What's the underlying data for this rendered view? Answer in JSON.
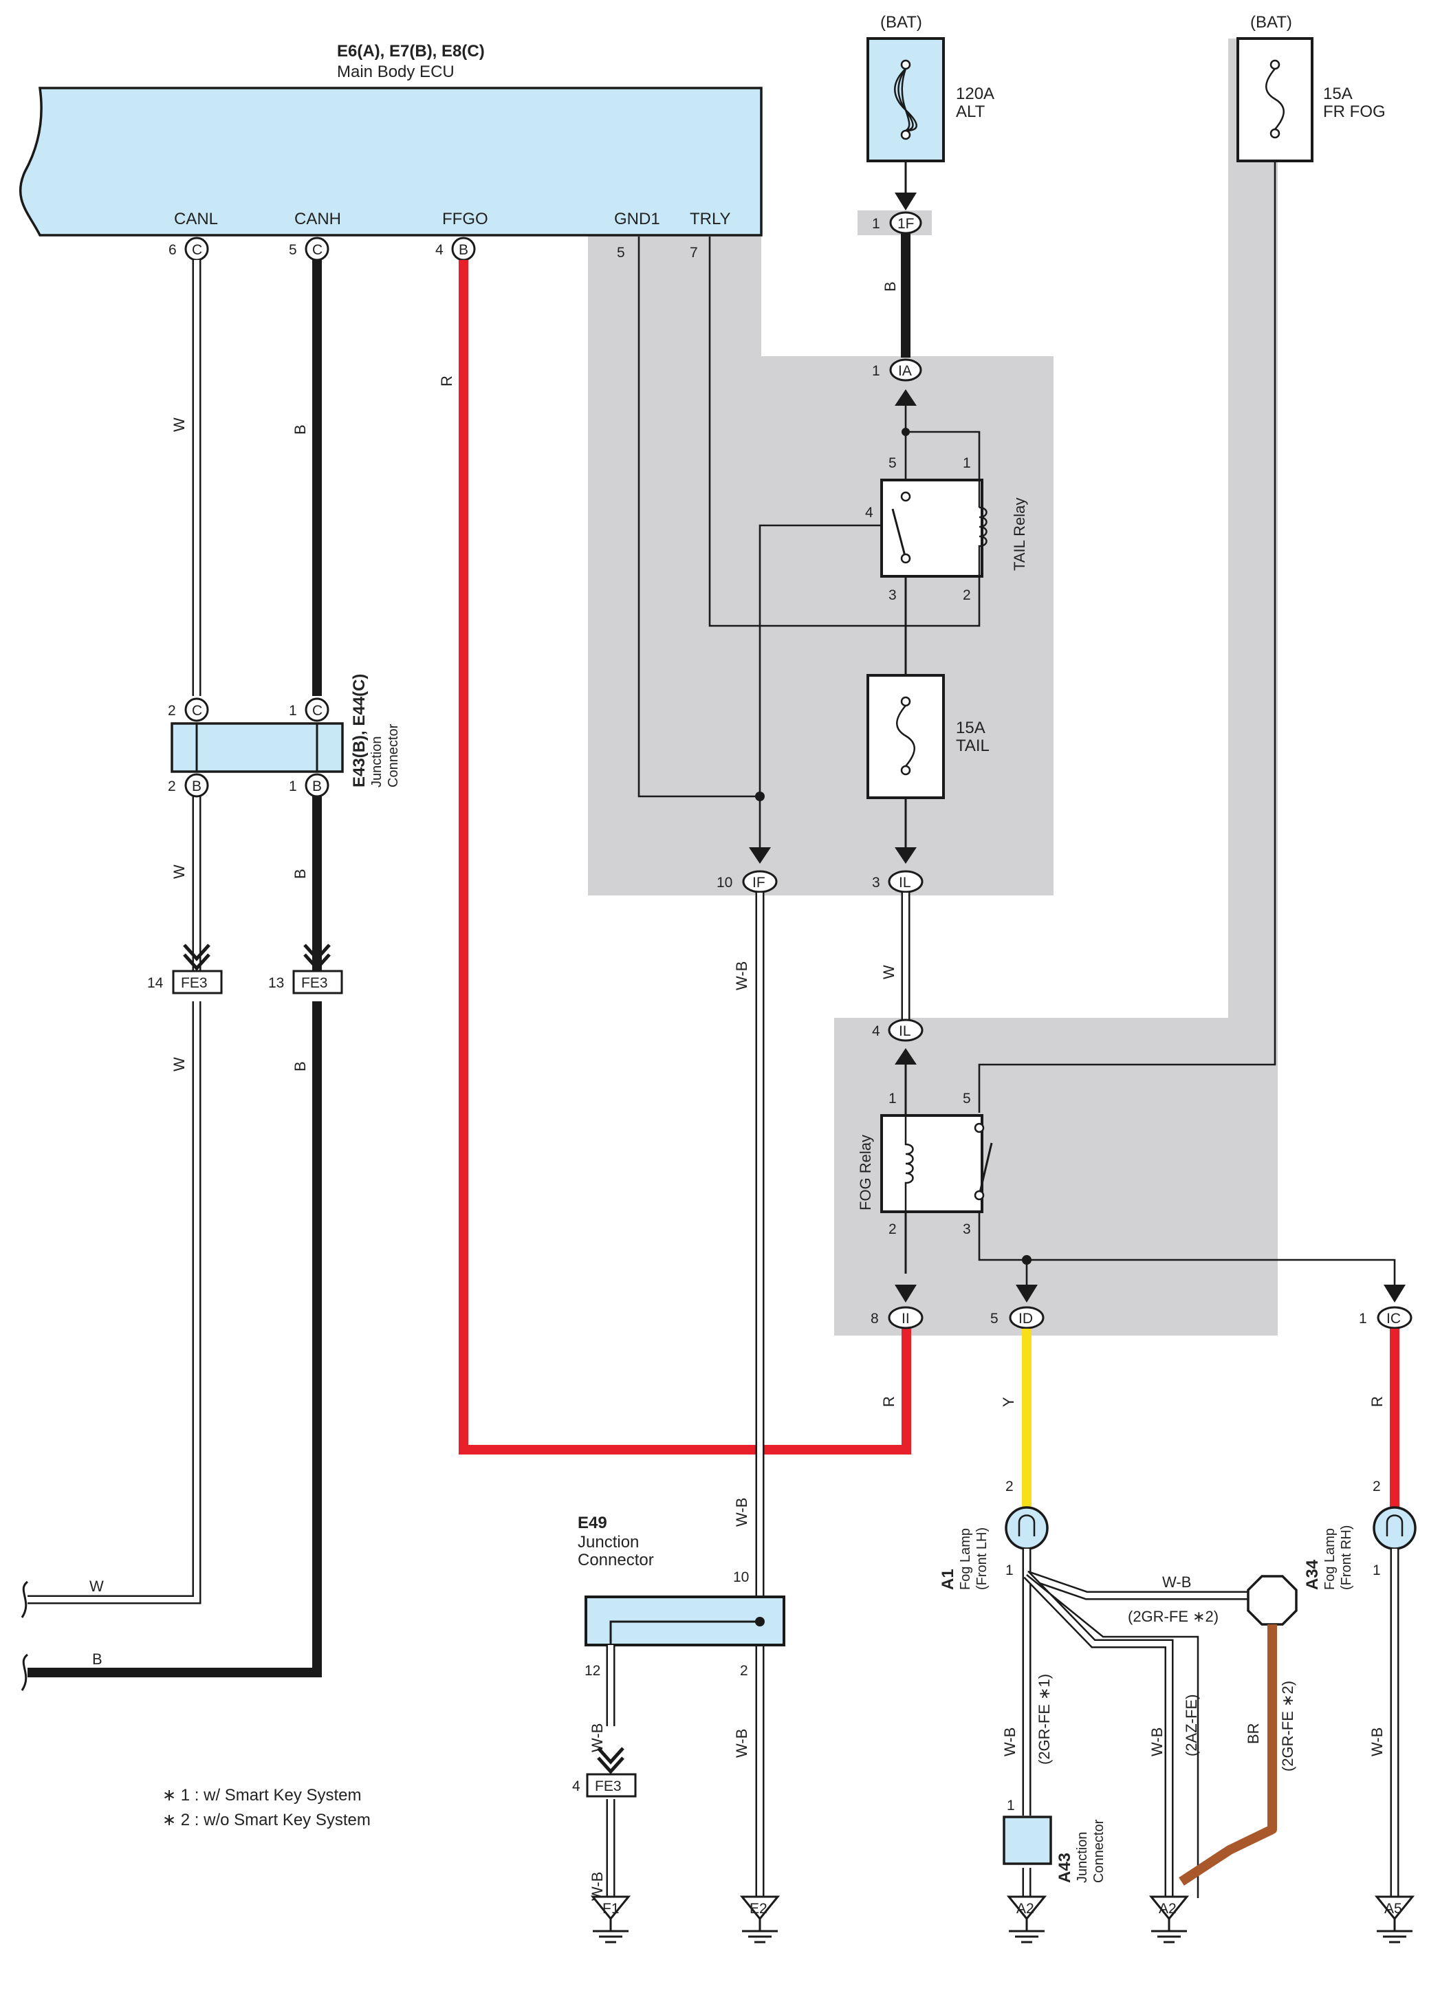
{
  "title": "Fog Lamp Wiring Diagram",
  "ecu": {
    "codes": "E6(A), E7(B), E8(C)",
    "name": "Main Body ECU",
    "terminals": [
      "CANL",
      "CANH",
      "FFGO",
      "GND1",
      "TRLY"
    ],
    "pins": [
      "6",
      "C",
      "5",
      "C",
      "4",
      "B",
      "5",
      "7"
    ]
  },
  "bat": [
    "(BAT)",
    "(BAT)"
  ],
  "fuses": {
    "alt": [
      "120A",
      "ALT"
    ],
    "frfog": [
      "15A",
      "FR FOG"
    ],
    "tail": [
      "15A",
      "TAIL"
    ]
  },
  "relays": {
    "tail": "TAIL Relay",
    "fog": "FOG Relay",
    "tail_pins": [
      "5",
      "1",
      "4",
      "3",
      "2"
    ],
    "fog_pins": [
      "1",
      "5",
      "2",
      "3"
    ]
  },
  "junction_connector_e43": {
    "codes": "E43(B), E44(C)",
    "name1": "Junction",
    "name2": "Connector",
    "pins": [
      "2",
      "C",
      "1",
      "C",
      "2",
      "B",
      "1",
      "B"
    ]
  },
  "junction_connector_e49": {
    "code": "E49",
    "name1": "Junction",
    "name2": "Connector",
    "pins": [
      "10",
      "12",
      "2"
    ]
  },
  "junction_connector_a43": {
    "code": "A43",
    "name1": "Junction",
    "name2": "Connector",
    "pin": "1"
  },
  "connectors": {
    "c1F": {
      "pin": "1",
      "label": "1F"
    },
    "cIA": {
      "pin": "1",
      "label": "IA"
    },
    "cIF": {
      "pin": "10",
      "label": "IF"
    },
    "cIL1": {
      "pin": "3",
      "label": "IL"
    },
    "cIL2": {
      "pin": "4",
      "label": "IL"
    },
    "cII": {
      "pin": "8",
      "label": "II"
    },
    "cID": {
      "pin": "5",
      "label": "ID"
    },
    "cIC": {
      "pin": "1",
      "label": "IC"
    },
    "fe3a": {
      "pin": "14",
      "label": "FE3"
    },
    "fe3b": {
      "pin": "13",
      "label": "FE3"
    },
    "fe3c": {
      "pin": "4",
      "label": "FE3"
    }
  },
  "lamps": {
    "lh": {
      "code": "A1",
      "name1": "Fog Lamp",
      "name2": "(Front LH)",
      "pins": [
        "2",
        "1"
      ]
    },
    "rh": {
      "code": "A34",
      "name1": "Fog Lamp",
      "name2": "(Front RH)",
      "pins": [
        "2",
        "1"
      ]
    }
  },
  "wire_colors": [
    "W",
    "B",
    "R",
    "B",
    "W",
    "B",
    "W",
    "B",
    "W-B",
    "W",
    "R",
    "Y",
    "R",
    "W-B",
    "W-B",
    "W-B",
    "W-B",
    "W-B",
    "W-B",
    "BR",
    "W-B",
    "W",
    "B"
  ],
  "wire_notes": [
    "(2GR-FE ∗2)",
    "(2GR-FE ∗1)",
    "(2AZ-FE)",
    "(2GR-FE ∗2)"
  ],
  "grounds": [
    "F1",
    "E2",
    "A2",
    "A2",
    "A5"
  ],
  "notes": [
    "∗ 1 : w/ Smart Key System",
    "∗ 2 : w/o Smart Key System"
  ],
  "colors": {
    "red": "#e8202a",
    "yellow": "#f7e01a",
    "brown": "#a8582a",
    "ecu_fill": "#c8e8f8",
    "shade": "#d2d2d4"
  }
}
